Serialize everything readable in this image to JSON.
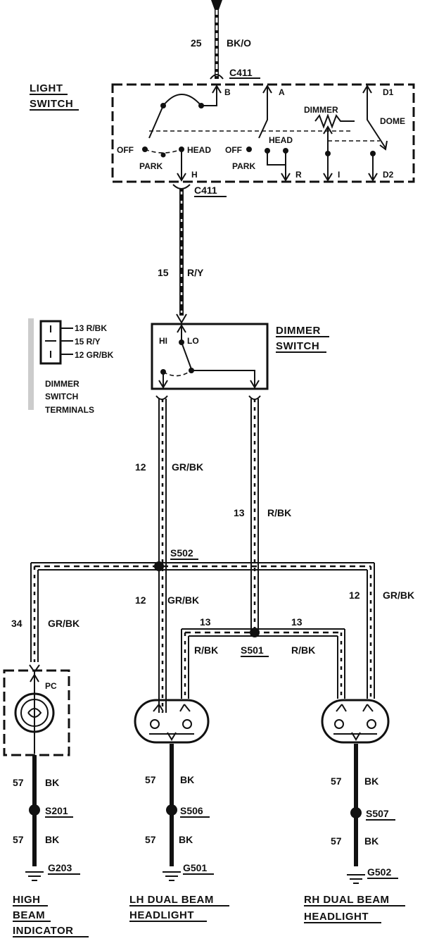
{
  "top_wire": {
    "number": "25",
    "color": "BK/O"
  },
  "connectors": {
    "c411_top": "C411",
    "c411_bottom": "C411"
  },
  "light_switch": {
    "title_line1": "LIGHT",
    "title_line2": "SWITCH",
    "pins": {
      "b": "B",
      "a": "A",
      "d1": "D1",
      "h": "H",
      "r": "R",
      "i": "I",
      "d2": "D2"
    },
    "positions": {
      "off_left": "OFF",
      "park_left": "PARK",
      "head_left": "HEAD",
      "off_right": "OFF",
      "park_right": "PARK",
      "head_right": "HEAD"
    },
    "dimmer": "DIMMER",
    "dome": "DOME"
  },
  "wire_15": {
    "number": "15",
    "color": "R/Y"
  },
  "dimmer_switch": {
    "title_line1": "DIMMER",
    "title_line2": "SWITCH",
    "hi": "HI",
    "lo": "LO"
  },
  "dimmer_terminals": {
    "t1": "13 R/BK",
    "t2": "15 R/Y",
    "t3": "12 GR/BK",
    "caption_line1": "DIMMER",
    "caption_line2": "SWITCH",
    "caption_line3": "TERMINALS"
  },
  "wire_12_left": {
    "number": "12",
    "color": "GR/BK"
  },
  "wire_13_center": {
    "number": "13",
    "color": "R/BK"
  },
  "splices": {
    "s502": "S502",
    "s501": "S501",
    "s201": "S201",
    "s506": "S506",
    "s507": "S507"
  },
  "wire_12_lower": {
    "number": "12",
    "color": "GR/BK"
  },
  "wire_12_right": {
    "number": "12",
    "color": "GR/BK"
  },
  "wire_34": {
    "number": "34",
    "color": "GR/BK"
  },
  "wire_13_left": {
    "number": "13",
    "color": "R/BK"
  },
  "wire_13_right": {
    "number": "13",
    "color": "R/BK"
  },
  "indicator": {
    "pc": "PC"
  },
  "ground_wires": {
    "left_top": {
      "number": "57",
      "color": "BK"
    },
    "left_bottom": {
      "number": "57",
      "color": "BK"
    },
    "mid_top": {
      "number": "57",
      "color": "BK"
    },
    "mid_bottom": {
      "number": "57",
      "color": "BK"
    },
    "right_top": {
      "number": "57",
      "color": "BK"
    },
    "right_bottom": {
      "number": "57",
      "color": "BK"
    }
  },
  "grounds": {
    "g203": "G203",
    "g501": "G501",
    "g502": "G502"
  },
  "captions": {
    "high_line1": "HIGH",
    "high_line2": "BEAM",
    "high_line3": "INDICATOR",
    "lh_line1": "LH DUAL BEAM",
    "lh_line2": "HEADLIGHT",
    "rh_line1": "RH DUAL BEAM",
    "rh_line2": "HEADLIGHT"
  }
}
